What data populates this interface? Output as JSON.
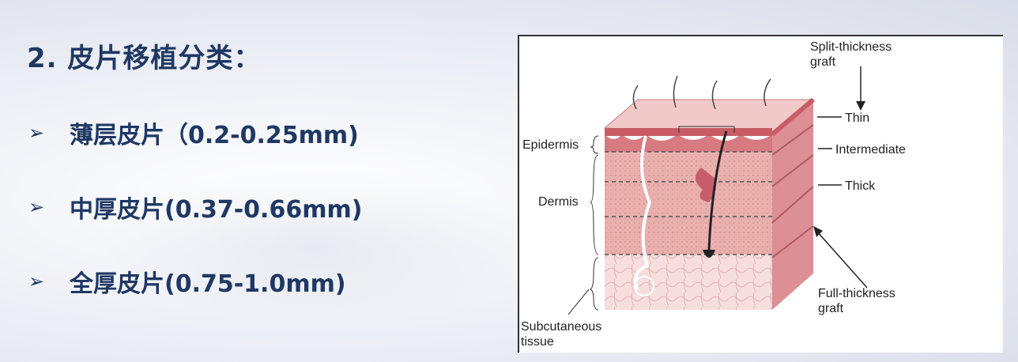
{
  "slide": {
    "title": "2. 皮片移植分类：",
    "bullets": [
      {
        "marker": "➢",
        "text": "薄层皮片（0.2-0.25mm)"
      },
      {
        "marker": "➢",
        "text": "中厚皮片(0.37-0.66mm)"
      },
      {
        "marker": "➢",
        "text": "全厚皮片(0.75-1.0mm)"
      }
    ]
  },
  "diagram": {
    "labels": {
      "split_thickness": "Split-thickness\ngraft",
      "thin": "Thin",
      "intermediate": "Intermediate",
      "thick": "Thick",
      "full_thickness": "Full-thickness\ngraft",
      "epidermis": "Epidermis",
      "dermis": "Dermis",
      "subcutaneous": "Subcutaneous\ntissue"
    }
  },
  "colors": {
    "title_text": "#1f3864",
    "skin_surface": "#f2c4c4",
    "dermis": "#eab0ae",
    "epidermis_edge": "#c85c66",
    "side_face": "#dc8f94",
    "subcutaneous": "#f7dede"
  }
}
